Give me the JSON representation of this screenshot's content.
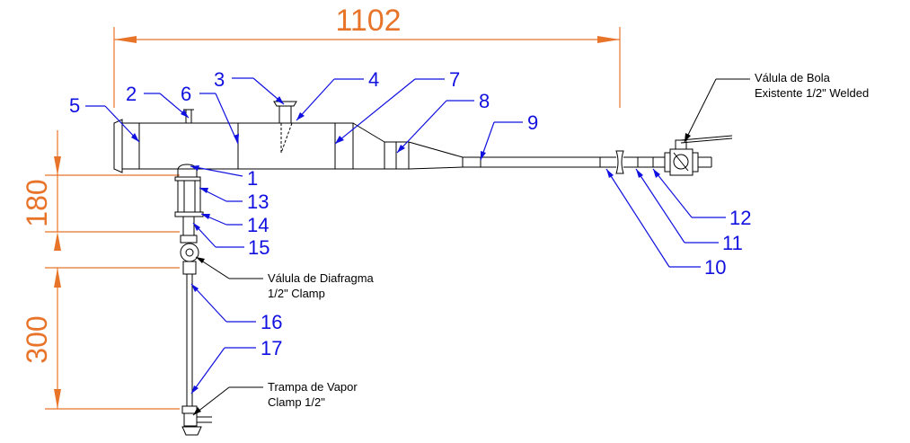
{
  "dimensions": {
    "overall_length": "1102",
    "vertical_upper": "180",
    "vertical_lower": "300"
  },
  "callouts": [
    "1",
    "2",
    "3",
    "4",
    "5",
    "6",
    "7",
    "8",
    "9",
    "10",
    "11",
    "12",
    "13",
    "14",
    "15",
    "16",
    "17"
  ],
  "notes": {
    "ball_valve_line1": "Válula de Bola",
    "ball_valve_line2": "Existente 1/2\" Welded",
    "diaphragm_valve_line1": "Válula de Diafragma",
    "diaphragm_valve_line2": "1/2\" Clamp",
    "steam_trap_line1": "Trampa de Vapor",
    "steam_trap_line2": "Clamp 1/2\""
  },
  "colors": {
    "dimension": "#e8742a",
    "callout": "#1010e0",
    "drawing": "#000000"
  }
}
